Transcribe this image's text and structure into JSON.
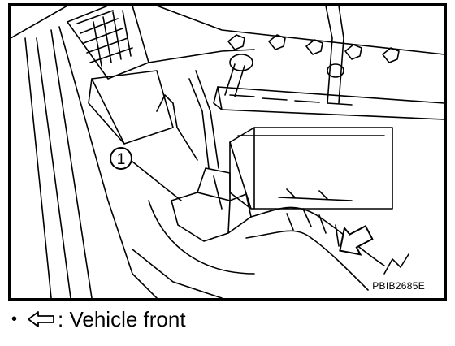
{
  "figure": {
    "callouts": [
      {
        "label": "1"
      }
    ],
    "code": "PBIB2685E",
    "arrow_icon": "hollow-left-arrow-icon"
  },
  "legend": {
    "bullet": "•",
    "arrow_icon": "hollow-left-arrow-icon",
    "text": ": Vehicle front"
  }
}
